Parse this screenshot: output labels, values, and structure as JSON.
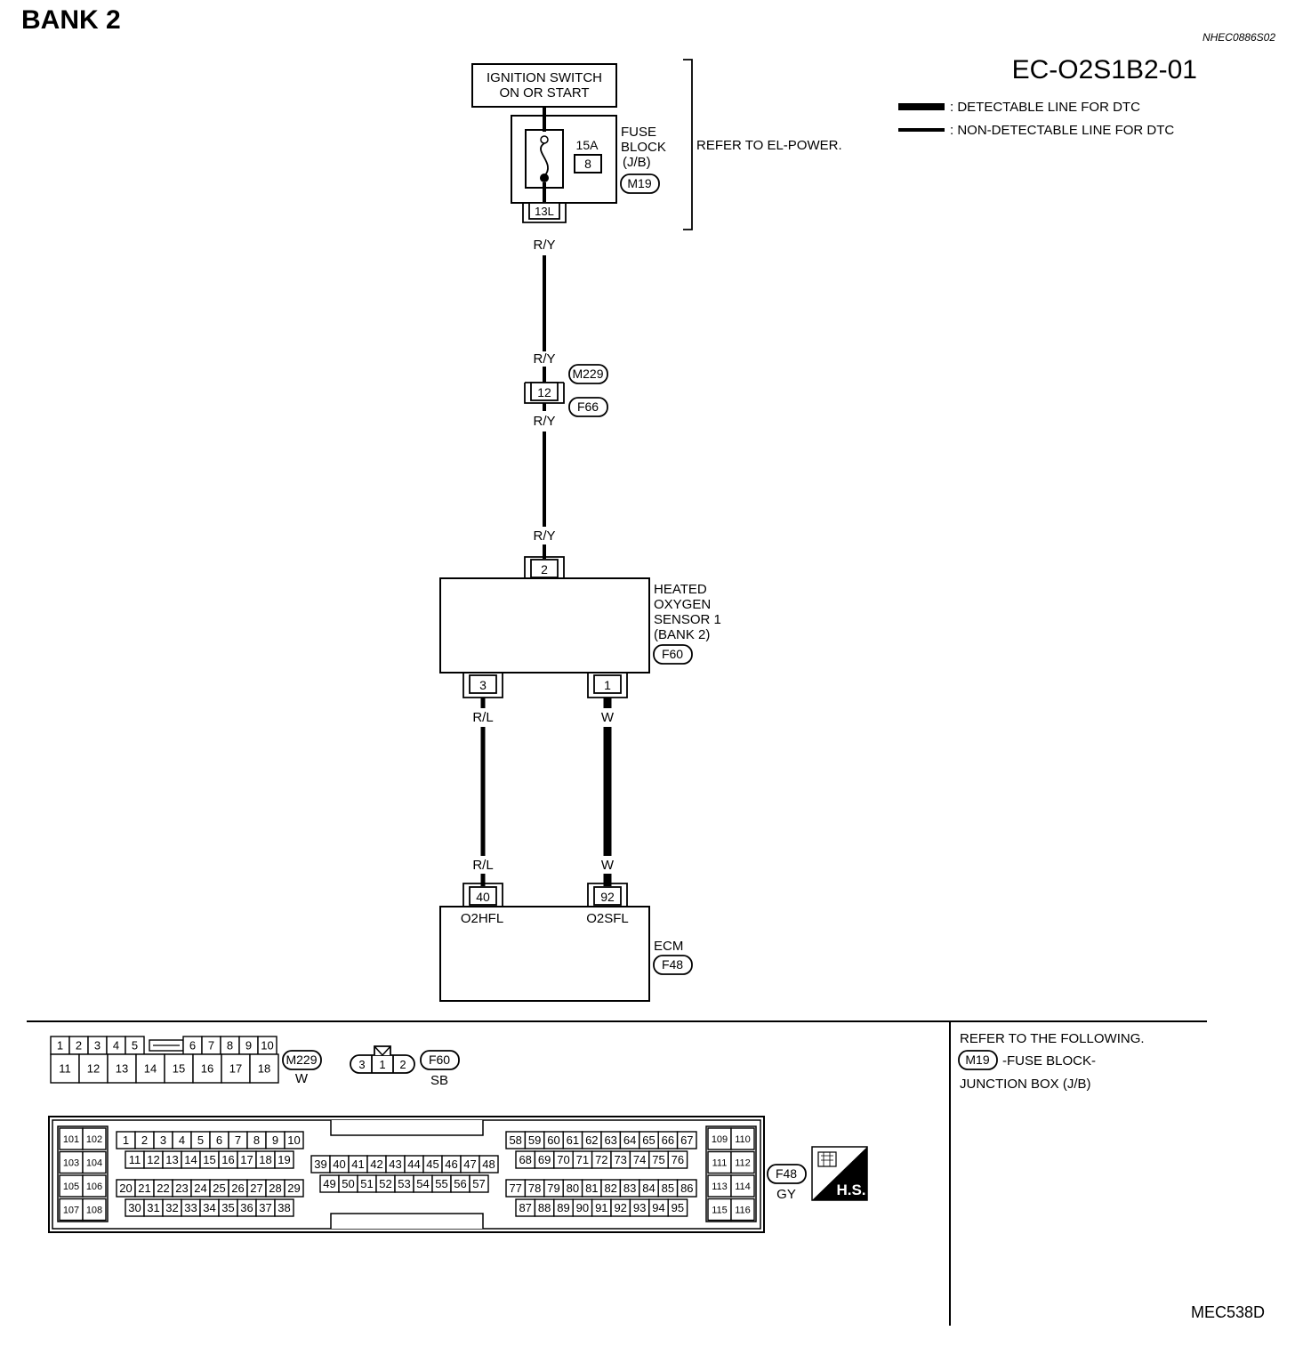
{
  "page": {
    "bank_title": "BANK 2",
    "ref_code": "NHEC0886S02",
    "diagram_code": "EC-O2S1B2-01",
    "figure_code": "MEC538D"
  },
  "legend": {
    "detectable": ": DETECTABLE LINE FOR DTC",
    "non_detectable": ": NON-DETECTABLE LINE FOR DTC"
  },
  "power": {
    "ignition_line1": "IGNITION SWITCH",
    "ignition_line2": "ON OR START",
    "fuse_amp": "15A",
    "fuse_num": "8",
    "fuse_label": [
      "FUSE",
      "BLOCK",
      "(J/B)"
    ],
    "fuse_connector": "M19",
    "fuse_terminal": "13L",
    "refer_text": "REFER TO EL-POWER."
  },
  "wires": {
    "ry": "R/Y",
    "rl": "R/L",
    "w": "W"
  },
  "joint_connector": {
    "terminal": "12",
    "conn_top": "M229",
    "conn_bottom": "F66"
  },
  "sensor": {
    "label": [
      "HEATED",
      "OXYGEN",
      "SENSOR 1",
      "(BANK 2)"
    ],
    "connector": "F60",
    "pin_top": "2",
    "pin_left": "3",
    "pin_right": "1"
  },
  "ecm": {
    "label": "ECM",
    "connector": "F48",
    "pin_left": "40",
    "pin_right": "92",
    "sig_left": "O2HFL",
    "sig_right": "O2SFL"
  },
  "connector_m229": {
    "id": "M229",
    "color": "W",
    "row1": [
      "1",
      "2",
      "3",
      "4",
      "5",
      "6",
      "7",
      "8",
      "9",
      "10"
    ],
    "row2": [
      "11",
      "12",
      "13",
      "14",
      "15",
      "16",
      "17",
      "18"
    ]
  },
  "connector_f60": {
    "id": "F60",
    "color": "SB",
    "pins": [
      "3",
      "1",
      "2"
    ]
  },
  "connector_f48": {
    "id": "F48",
    "color": "GY",
    "hs_label": "H.S.",
    "left_block": [
      [
        "101",
        "102"
      ],
      [
        "103",
        "104"
      ],
      [
        "105",
        "106"
      ],
      [
        "107",
        "108"
      ]
    ],
    "right_block": [
      [
        "109",
        "110"
      ],
      [
        "111",
        "112"
      ],
      [
        "113",
        "114"
      ],
      [
        "115",
        "116"
      ]
    ],
    "g1r1": [
      "1",
      "2",
      "3",
      "4",
      "5",
      "6",
      "7",
      "8",
      "9",
      "10"
    ],
    "g1r2": [
      "11",
      "12",
      "13",
      "14",
      "15",
      "16",
      "17",
      "18",
      "19"
    ],
    "g1r3": [
      "20",
      "21",
      "22",
      "23",
      "24",
      "25",
      "26",
      "27",
      "28",
      "29"
    ],
    "g1r4": [
      "30",
      "31",
      "32",
      "33",
      "34",
      "35",
      "36",
      "37",
      "38"
    ],
    "g2r1": [
      "39",
      "40",
      "41",
      "42",
      "43",
      "44",
      "45",
      "46",
      "47",
      "48"
    ],
    "g2r2": [
      "49",
      "50",
      "51",
      "52",
      "53",
      "54",
      "55",
      "56",
      "57"
    ],
    "g3r1": [
      "58",
      "59",
      "60",
      "61",
      "62",
      "63",
      "64",
      "65",
      "66",
      "67"
    ],
    "g3r2": [
      "68",
      "69",
      "70",
      "71",
      "72",
      "73",
      "74",
      "75",
      "76"
    ],
    "g3r3": [
      "77",
      "78",
      "79",
      "80",
      "81",
      "82",
      "83",
      "84",
      "85",
      "86"
    ],
    "g3r4": [
      "87",
      "88",
      "89",
      "90",
      "91",
      "92",
      "93",
      "94",
      "95"
    ]
  },
  "refer_following": {
    "title": "REFER TO THE FOLLOWING.",
    "connector": "M19",
    "line1": "-FUSE BLOCK-",
    "line2": "JUNCTION BOX (J/B)"
  }
}
